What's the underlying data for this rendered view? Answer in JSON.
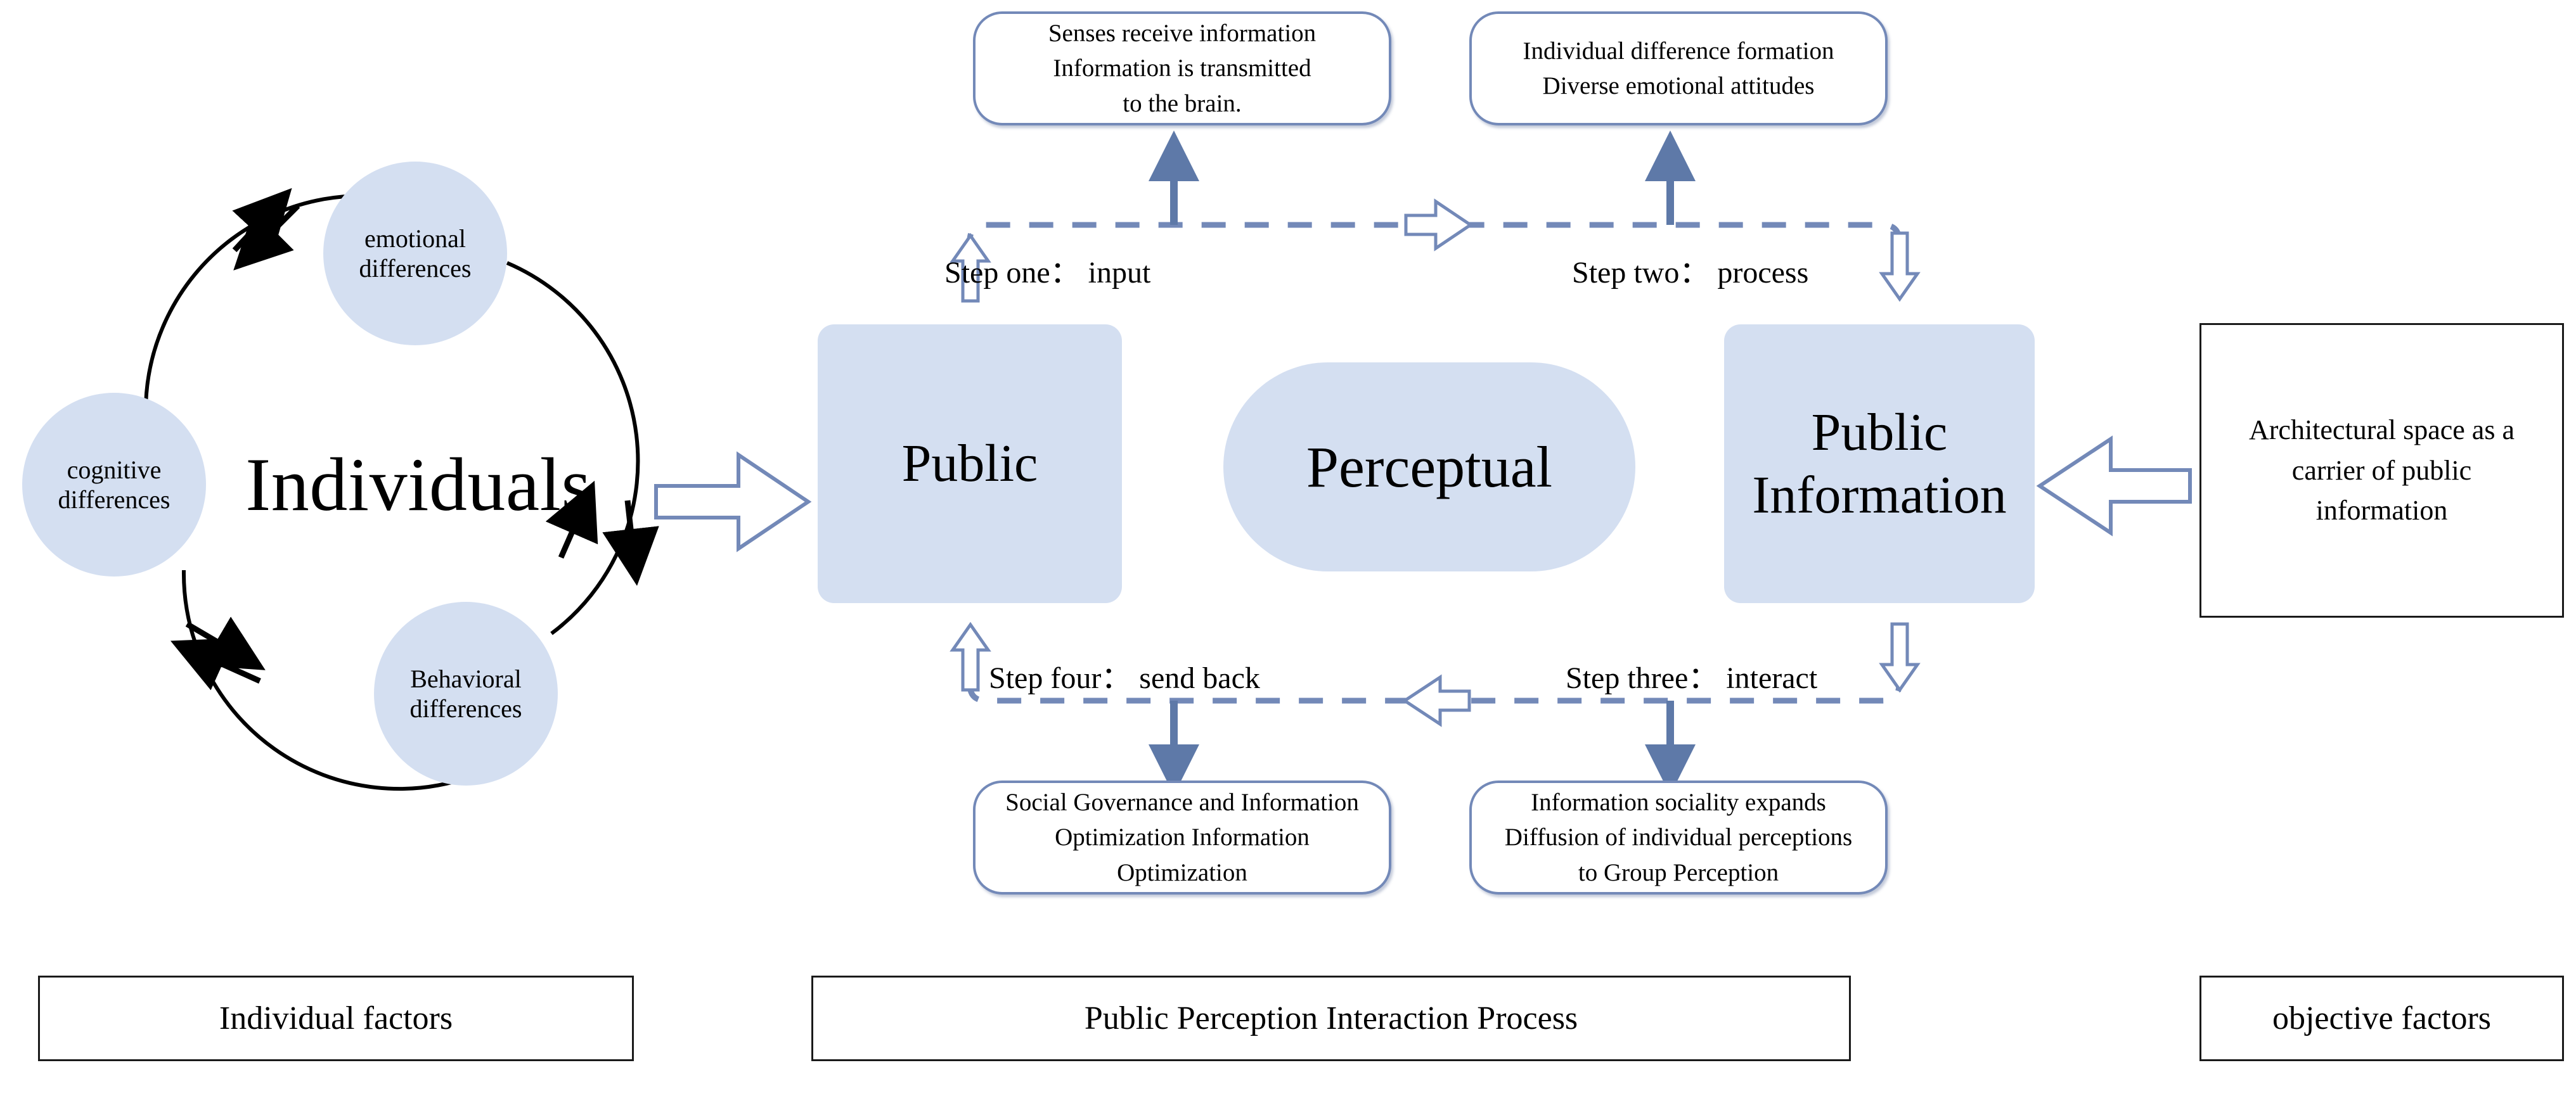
{
  "diagram": {
    "left_cluster": {
      "center_label": "Individuals",
      "circles": [
        {
          "id": "cognitive",
          "line1": "cognitive",
          "line2": "differences"
        },
        {
          "id": "emotional",
          "line1": "emotional",
          "line2": "differences"
        },
        {
          "id": "behavioral",
          "line1": "Behavioral",
          "line2": "differences"
        }
      ]
    },
    "flow_boxes": {
      "public": "Public",
      "perceptual": "Perceptual",
      "public_information_line1": "Public",
      "public_information_line2": "Information"
    },
    "callouts": {
      "top_left": [
        "Senses receive information",
        "Information is transmitted",
        "to the brain."
      ],
      "top_right": [
        "Individual difference formation",
        "Diverse emotional attitudes"
      ],
      "bottom_left": [
        "Social Governance and Information",
        "Optimization Information",
        "Optimization"
      ],
      "bottom_right": [
        "Information sociality expands",
        "Diffusion of individual perceptions",
        "to Group Perception"
      ]
    },
    "steps": {
      "one": "Step one：  input",
      "two": "Step two：  process",
      "three": "Step three：  interact",
      "four": "Step four：  send back"
    },
    "right_box": [
      "Architectural space as a",
      "carrier of public",
      "information"
    ],
    "bottom_labels": {
      "left": "Individual factors",
      "center": "Public Perception Interaction Process",
      "right": "objective factors"
    },
    "colors": {
      "fill_blue": "#D4DFF1",
      "outline_blue": "#7389B8",
      "arrow_solid": "#5E79A8",
      "dash_blue": "#7389B8",
      "black": "#1a1a1a"
    }
  }
}
